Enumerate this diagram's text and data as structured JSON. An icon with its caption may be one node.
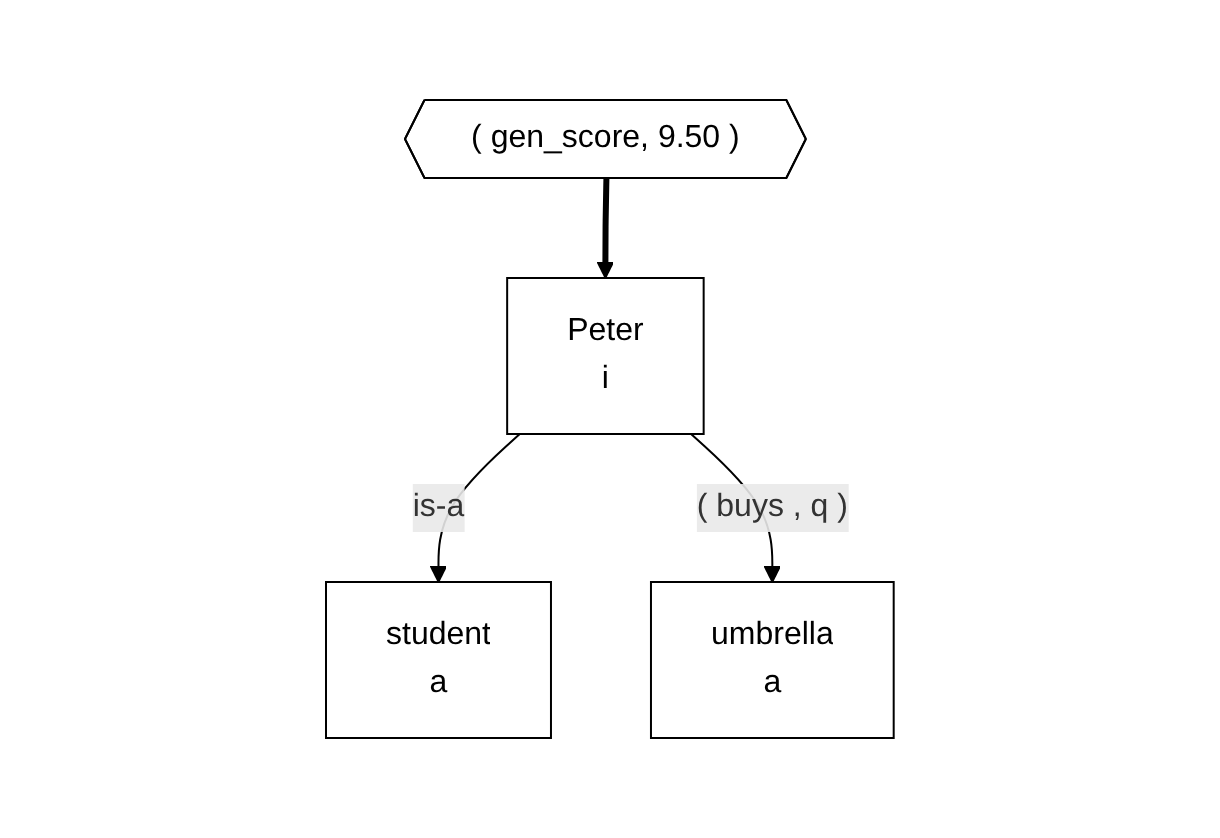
{
  "diagram": {
    "nodes": [
      {
        "text": [
          "( gen_score, 9.50 )"
        ]
      },
      {
        "text": [
          "Peter",
          "i"
        ]
      },
      {
        "text": [
          "student",
          "a"
        ]
      },
      {
        "text": [
          "umbrella",
          "a"
        ]
      }
    ],
    "edges": [
      {
        "from": 0,
        "to": 1,
        "arrow": "to",
        "style": "thick"
      },
      {
        "from": 1,
        "to": 2,
        "arrow": "to",
        "label": "is-a"
      },
      {
        "from": 1,
        "to": 3,
        "arrow": "to",
        "label": "( buys , q )"
      }
    ]
  }
}
